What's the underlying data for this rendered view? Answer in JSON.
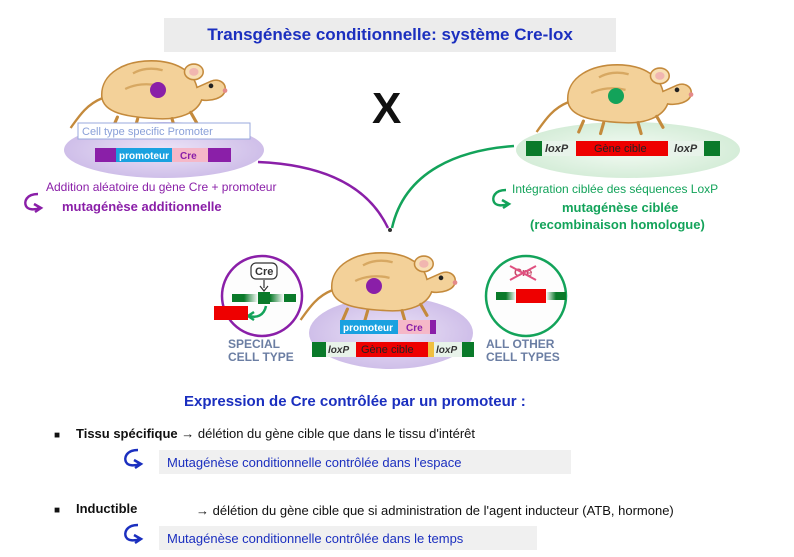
{
  "title": "Transgénèse conditionnelle: système Cre-lox",
  "cross_symbol": "X",
  "left_mouse": {
    "promoter_label": "Cell type specific Promoter",
    "promoter_segment": "promoteur",
    "cre_segment": "Cre",
    "line1": "Addition aléatoire du gène Cre + promoteur",
    "line2": "mutagénèse additionnelle"
  },
  "right_mouse": {
    "loxp_left": "loxP",
    "target_gene": "Gène cible",
    "loxp_right": "loxP",
    "line1": "Intégration ciblée des séquences LoxP",
    "line2": "mutagénèse ciblée",
    "line3": "(recombinaison homologue)"
  },
  "center": {
    "promoter_segment": "promoteur",
    "cre_segment": "Cre",
    "loxp_left": "loxP",
    "target_gene": "Gène cible",
    "loxp_right": "loxP",
    "special_cell": "Cre",
    "special_label_1": "SPECIAL",
    "special_label_2": "CELL TYPE",
    "other_cre": "Cre",
    "other_label_1": "ALL OTHER",
    "other_label_2": "CELL TYPES"
  },
  "expression_heading": "Expression de Cre contrôlée par un promoteur :",
  "items": [
    {
      "term": "Tissu spécifique",
      "arrow": "→",
      "desc": "délétion du gène cible que dans le tissu d'intérêt",
      "result": "Mutagénèse conditionnelle contrôlée dans l'espace"
    },
    {
      "term": "Inductible",
      "arrow": "→",
      "desc": "délétion du gène cible que si administration de l'agent inducteur (ATB, hormone)",
      "result": "Mutagénèse conditionnelle contrôlée dans le temps"
    }
  ],
  "colors": {
    "title_blue": "#1b2fbf",
    "purple": "#8a1fa8",
    "green": "#13a35a",
    "red": "#ee0000",
    "dark_green": "#0a7a2a",
    "mouse_fur": "#f3d199"
  },
  "icons": [
    "curved-arrow-icon",
    "mouse-icon",
    "bullet-icon"
  ]
}
